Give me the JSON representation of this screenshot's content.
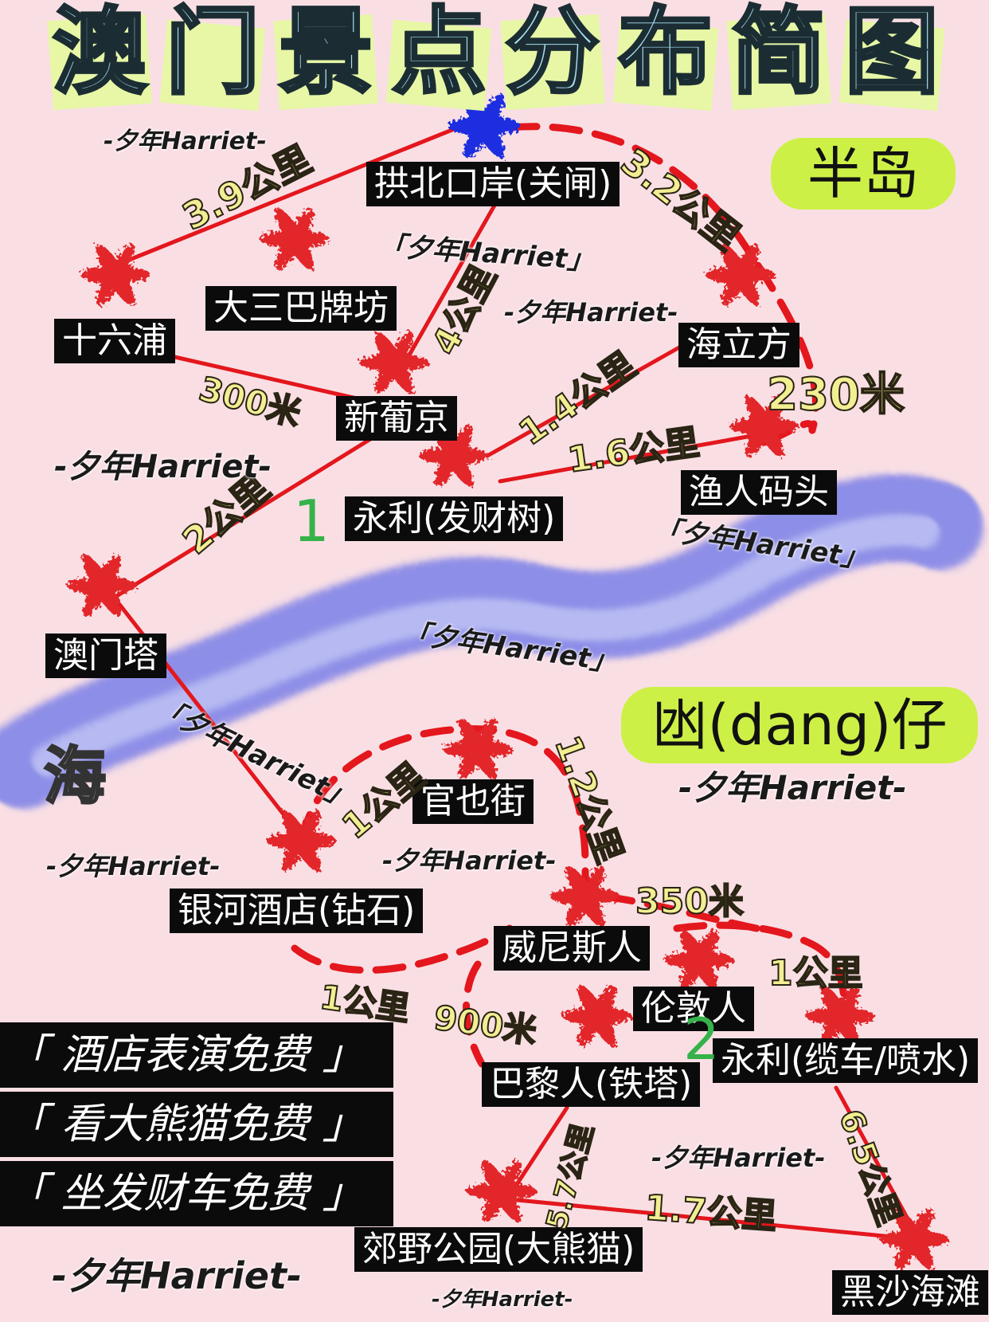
{
  "title_chars": [
    "澳",
    "门",
    "景",
    "点",
    "分",
    "布",
    "简",
    "图"
  ],
  "regions": {
    "peninsula": "半岛",
    "taipa": "凼(dang)仔",
    "sea": "海"
  },
  "places": {
    "gongbei": "拱北口岸(关闸)",
    "sixteen_pier": "十六浦",
    "ruins": "大三巴牌坊",
    "lisboa": "新葡京",
    "wynn": "永利(发财树)",
    "cube": "海立方",
    "fisherman": "渔人码头",
    "tower": "澳门塔",
    "guanye": "官也街",
    "galaxy": "银河酒店(钻石)",
    "venetian": "威尼斯人",
    "londoner": "伦敦人",
    "wynn_palace": "永利(缆车/喷水)",
    "parisian": "巴黎人(铁塔)",
    "park": "郊野公园(大熊猫)",
    "beach": "黑沙海滩"
  },
  "distances": {
    "d1": "3.9公里",
    "d2": "3.2公里",
    "d3": "4公里",
    "d4": "300米",
    "d5": "1.4公里",
    "d6": "230米",
    "d7": "1.6公里",
    "d8": "2公里",
    "d9": "1公里",
    "d10": "1.2公里",
    "d11": "350米",
    "d12": "1公里",
    "d13": "1公里",
    "d14": "900米",
    "d15": "5.7公里",
    "d16": "1.7公里",
    "d17": "6.5公里"
  },
  "route_numbers": [
    "1",
    "2"
  ],
  "promos": [
    "「 酒店表演免费 」",
    "「 看大熊猫免费 」",
    "「 坐发财车免费 」"
  ],
  "watermarks": {
    "plain": "-夕年Harriet-",
    "bracket": "「夕年Harriet」"
  },
  "colors": {
    "background": "#f9dfe4",
    "route": "#e3171d",
    "marker": "#e2262a",
    "gate_marker": "#1f2fe0",
    "badge": "#cdf046",
    "water": "#6b73e8"
  }
}
